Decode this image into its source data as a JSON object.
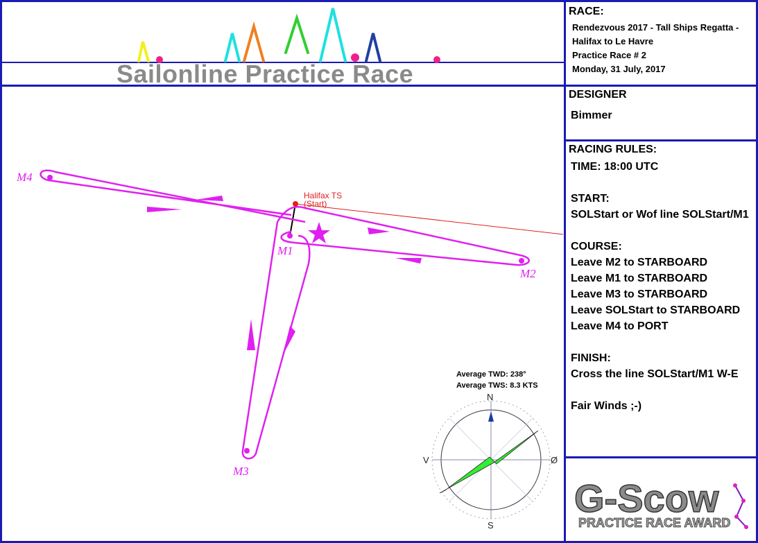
{
  "header": {
    "banner_text": "Sailonline Practice Race"
  },
  "race": {
    "title": "RACE:",
    "lines": [
      "Rendezvous 2017 - Tall Ships Regatta -",
      "Halifax to Le Havre",
      "Practice Race # 2",
      "Monday, 31 July, 2017"
    ]
  },
  "designer": {
    "title": "DESIGNER",
    "name": "Bimmer"
  },
  "rules": {
    "title": "RACING RULES:",
    "lines": [
      "TIME: 18:00 UTC",
      "",
      "START:",
      "SOLStart or Wof line SOLStart/M1",
      "",
      "COURSE:",
      "Leave M2 to STARBOARD",
      "Leave M1 to STARBOARD",
      "Leave M3 to STARBOARD",
      "Leave SOLStart to STARBOARD",
      "Leave M4 to PORT",
      "",
      "FINISH:",
      "Cross the line SOLStart/M1 W-E",
      "",
      "Fair Winds ;-)"
    ]
  },
  "map": {
    "start_label": "Halifax TS",
    "start_sub": "(Start)",
    "marks": [
      "M1",
      "M2",
      "M3",
      "M4"
    ],
    "course_color": "#e020f0",
    "start_color": "#e02020"
  },
  "wind": {
    "twd_label": "Average TWD: 238°",
    "tws_label": "Average TWS: 8.3 KTS",
    "compass_n": "N",
    "compass_s": "S",
    "compass_e": "Ø",
    "compass_w": "V",
    "arrow_color": "#33ee33"
  },
  "award": {
    "logo_text": "G-Scow",
    "sub_text": "PRACTICE RACE AWARD"
  }
}
